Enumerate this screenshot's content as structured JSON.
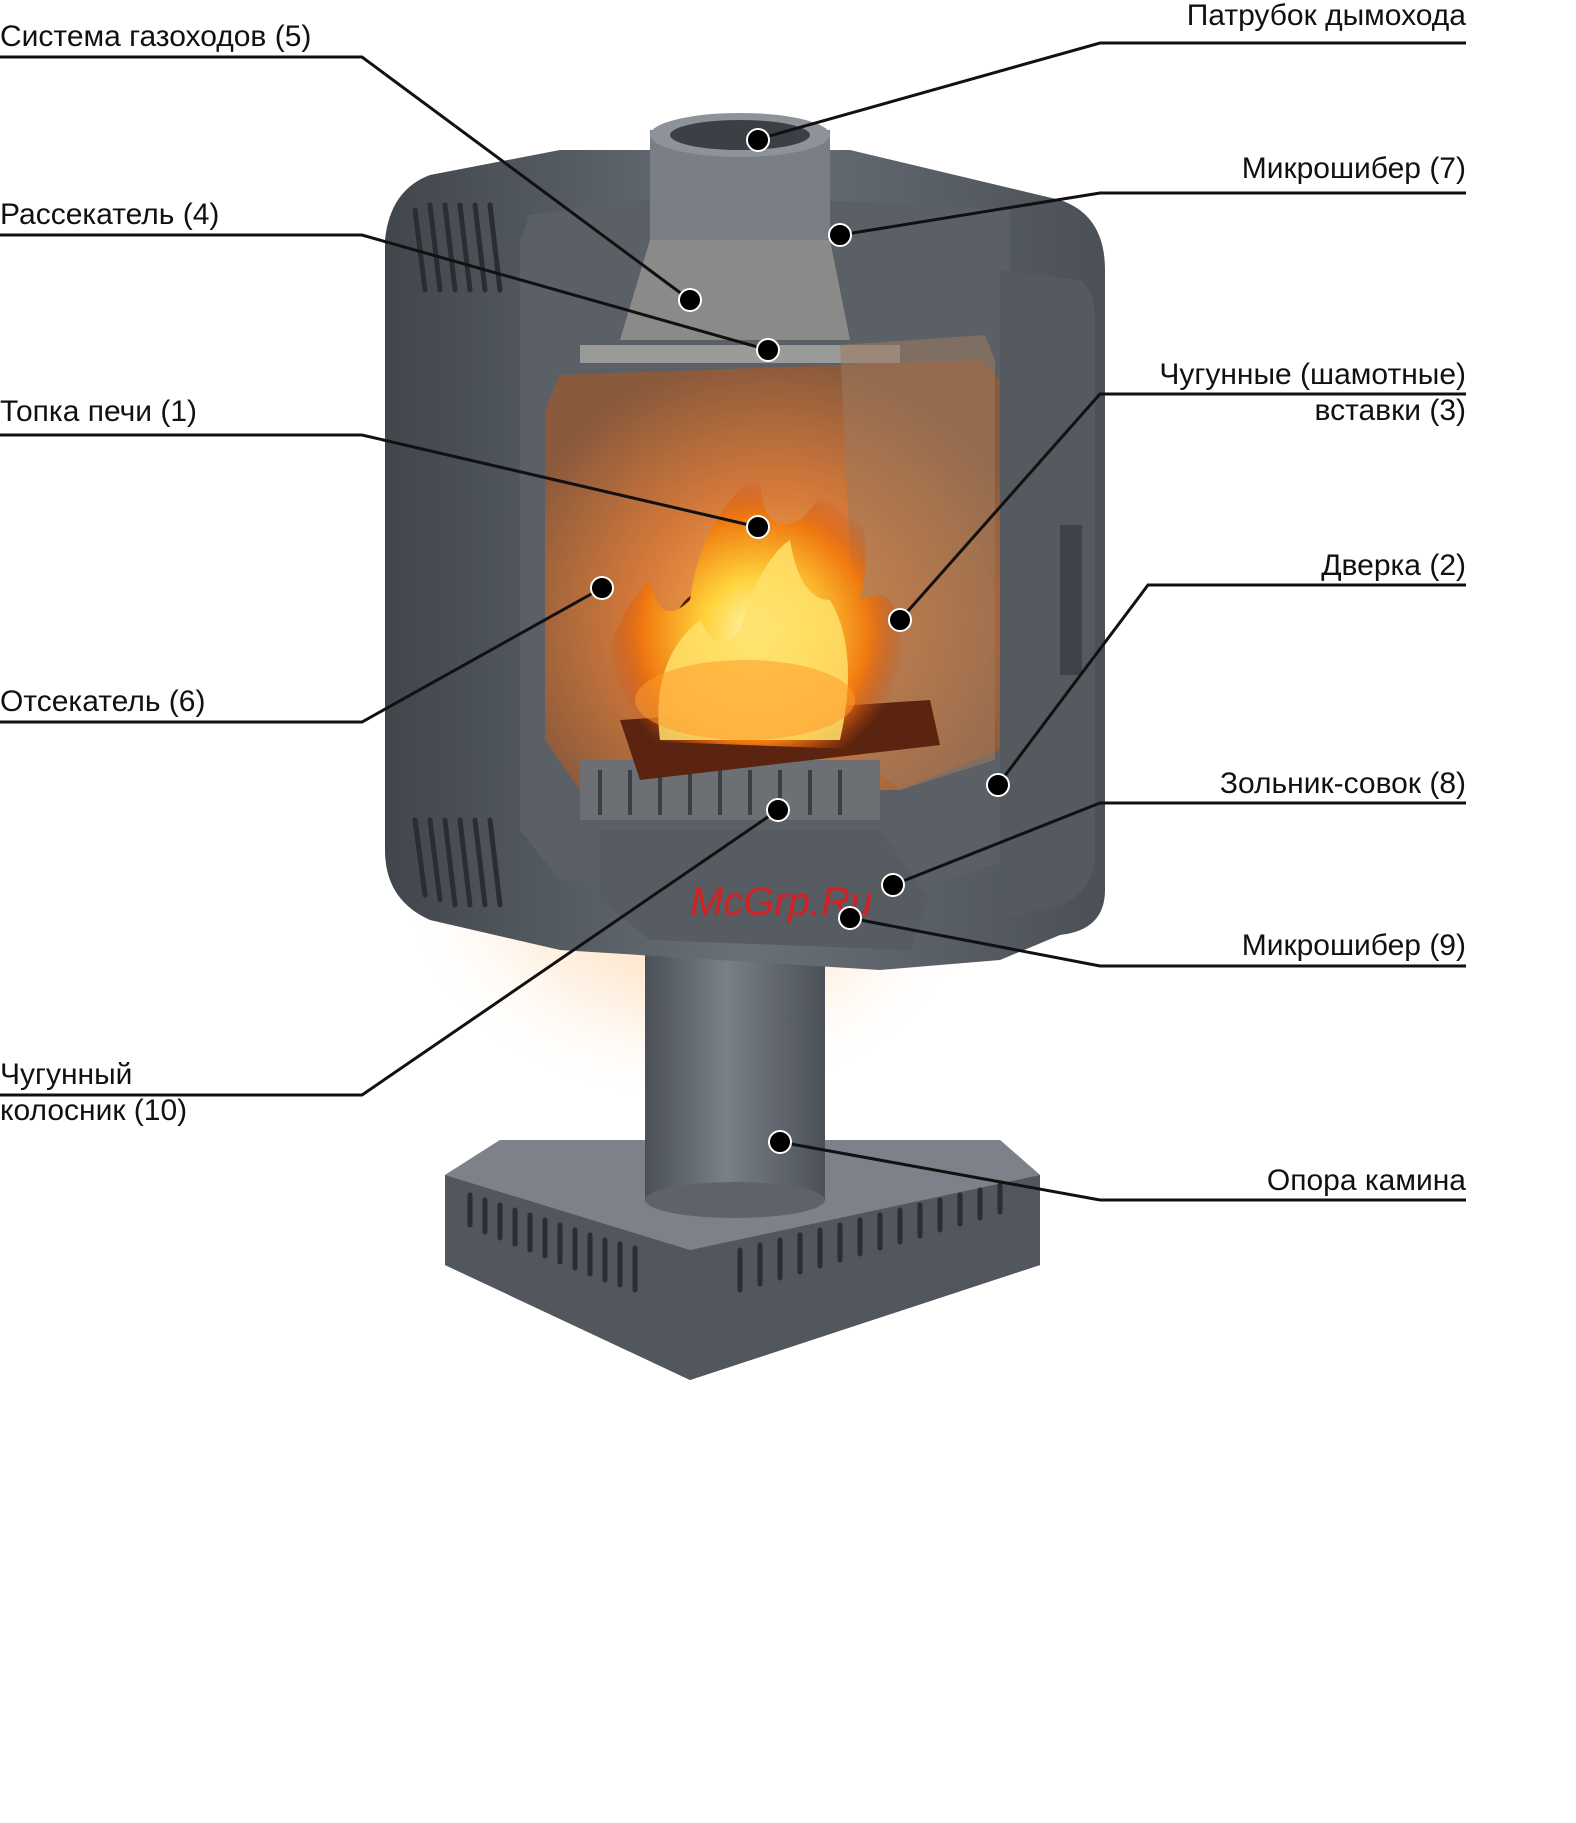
{
  "watermark": {
    "text": "McGrp.Ru",
    "color": "#d42020"
  },
  "colors": {
    "steel_dark": "#4a4f56",
    "steel_mid": "#6b7078",
    "steel_light": "#8e939a",
    "fire_core": "#ffd23a",
    "fire_outer": "#f07a10",
    "glow": "#ffd9a8"
  },
  "callouts": {
    "gas_system": {
      "text": "Система газоходов (5)"
    },
    "flue_pipe": {
      "text": "Патрубок дымохода"
    },
    "microdamper_7": {
      "text": "Микрошибер (7)"
    },
    "splitter": {
      "text": "Рассекатель (4)"
    },
    "firebox": {
      "text": "Топка печи (1)"
    },
    "inserts": {
      "line1": "Чугунные (шамотные)",
      "line2": "вставки (3)"
    },
    "door": {
      "text": "Дверка (2)"
    },
    "deflector": {
      "text": "Отсекатель (6)"
    },
    "ash_pan": {
      "text": "Зольник-совок (8)"
    },
    "microdamper_9": {
      "text": "Микрошибер (9)"
    },
    "grate": {
      "line1": "Чугунный",
      "line2": "колосник (10)"
    },
    "support": {
      "text": "Опора камина"
    }
  }
}
